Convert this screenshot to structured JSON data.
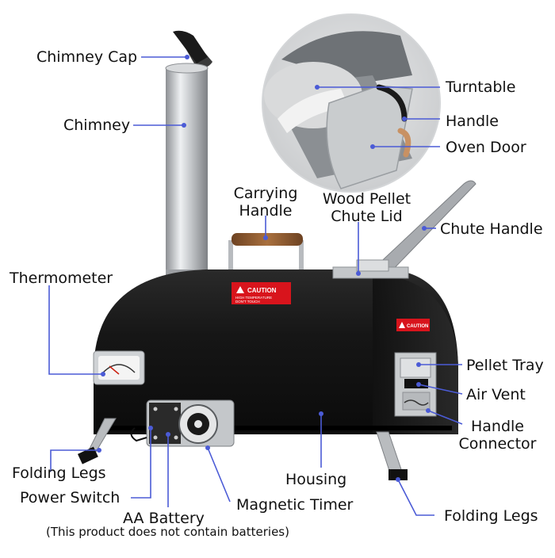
{
  "labels": {
    "chimney_cap": "Chimney Cap",
    "chimney": "Chimney",
    "turntable": "Turntable",
    "handle": "Handle",
    "oven_door": "Oven Door",
    "carrying_handle": "Carrying\nHandle",
    "wood_pellet_chute_lid": "Wood Pellet\nChute Lid",
    "chute_handle": "Chute Handle",
    "thermometer": "Thermometer",
    "pellet_tray": "Pellet Tray",
    "air_vent": "Air Vent",
    "handle_connector": "Handle\nConnector",
    "folding_legs_left": "Folding Legs",
    "power_switch": "Power Switch",
    "aa_battery": "AA Battery",
    "battery_note": "(This product does not contain batteries)",
    "housing": "Housing",
    "magnetic_timer": "Magnetic Timer",
    "folding_legs_right": "Folding Legs"
  },
  "warning_sticker": {
    "title": "CAUTION",
    "line1": "HIGH TEMPERATURE",
    "line2": "DON'T TOUCH"
  },
  "side_sticker": {
    "title": "CAUTION"
  },
  "colors": {
    "body": "#141414",
    "steel": "#b9bcbf",
    "caution_red": "#d8141c",
    "leader_line": "#4b5bd6",
    "wood": "#8a5a32"
  }
}
